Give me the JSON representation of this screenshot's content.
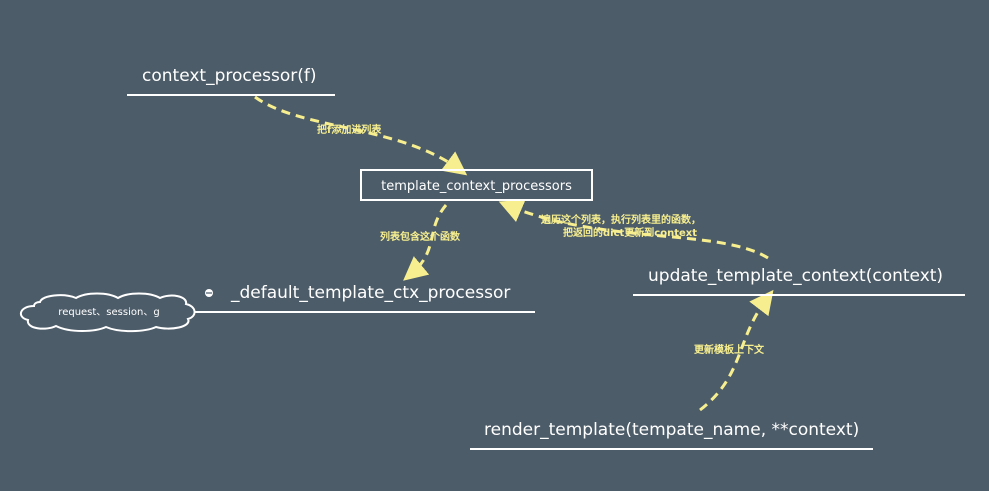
{
  "nodes": {
    "context_processor": "context_processor(f)",
    "template_context_processors": "template_context_processors",
    "default_processor": "_default_template_ctx_processor",
    "update_template_context": "update_template_context(context)",
    "render_template": "render_template(tempate_name, **context)",
    "cloud_note": "request、session、g"
  },
  "edges": {
    "add_to_list": "把f添加进列表",
    "list_contains": "列表包含这个函数",
    "iterate_line1": "遍历这个列表，执行列表里的函数，",
    "iterate_line2": "把返回的dict更新到context",
    "update_template": "更新模板上下文"
  },
  "colors": {
    "background": "#4d5c69",
    "arrow": "#f7ef8f",
    "text": "#ffffff"
  }
}
